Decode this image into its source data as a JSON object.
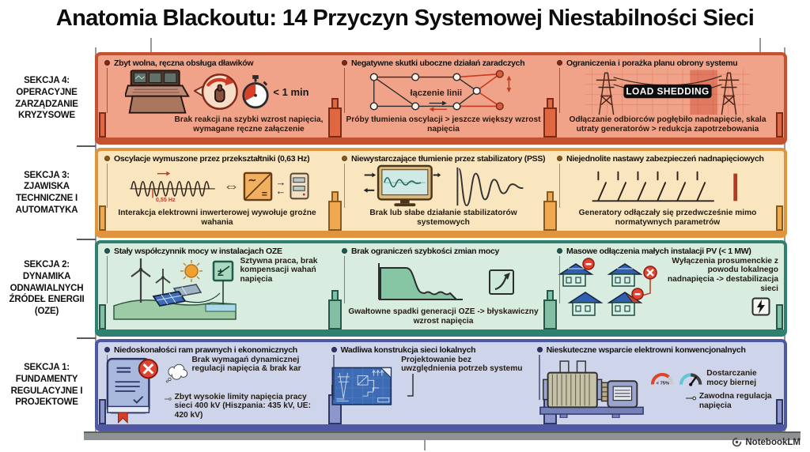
{
  "title": "Anatomia Blackoutu: 14 Przyczyn Systemowej Niestabilności Sieci",
  "palette": {
    "alert_red": "#d5402b",
    "badge_bg": "#0e0e0e",
    "section4_bg": "#f1a389",
    "section4_frame": "#c4512f",
    "section3_bg": "#f9e6bf",
    "section3_frame": "#e0943d",
    "section2_bg": "#d8ece0",
    "section2_frame": "#2e8070",
    "section1_bg": "#ced4e9",
    "section1_frame": "#4f58a2"
  },
  "sections": [
    {
      "label": "SEKCJA 4: OPERACYJNE ZARZĄDZANIE KRYZYSOWE",
      "panels": [
        {
          "title": "Zbyt wolna, ręczna obsługa dławików",
          "annotation": "< 1 min",
          "caption": "Brak reakcji na szybki wzrost napięcia, wymagane ręczne załączenie"
        },
        {
          "title": "Negatywne skutki uboczne działań zaradczych",
          "annotation": "łączenie linii",
          "caption": "Próby tłumienia oscylacji > jeszcze większy wzrost napięcia"
        },
        {
          "title": "Ograniczenia i porażka planu obrony systemu",
          "badge": "LOAD SHEDDING",
          "caption": "Odłączanie odbiorców pogłębiło nadnapięcie, skala utraty generatorów > redukcja zapotrzebowania"
        }
      ]
    },
    {
      "label": "SEKCJA 3: ZJAWISKA TECHNICZNE I AUTOMATYKA",
      "panels": [
        {
          "title": "Oscylacje wymuszone przez przekształtniki (0,63 Hz)",
          "annotation": "0,55 Hz",
          "caption": "Interakcja elektrowni inwerterowej wywołuje groźne wahania"
        },
        {
          "title": "Niewystarczające tłumienie przez stabilizatory (PSS)",
          "caption": "Brak lub słabe działanie stabilizatorów systemowych"
        },
        {
          "title": "Niejednolite nastawy zabezpieczeń nadnapięciowych",
          "caption": "Generatory odłączały się przedwcześnie mimo normatywnych parametrów"
        }
      ]
    },
    {
      "label": "SEKCJA 2: DYNAMIKA ODNAWIALNYCH ŹRÓDEŁ ENERGII (OZE)",
      "panels": [
        {
          "title": "Stały współczynnik mocy w instalacjach OZE",
          "side_text": "Sztywna praca, brak kompensacji wahań napięcia"
        },
        {
          "title": "Brak ograniczeń szybkości zmian mocy",
          "caption": "Gwałtowne spadki generacji OZE -> błyskawiczny wzrost napięcia"
        },
        {
          "title": "Masowe odłączenia małych instalacji PV (< 1 MW)",
          "side_text": "Wyłączenia prosumenckie z powodu lokalnego nadnapięcia -> destabilizacja sieci"
        }
      ]
    },
    {
      "label": "SEKCJA 1: FUNDAMENTY REGULACYJNE I PROJEKTOWE",
      "panels": [
        {
          "title": "Niedoskonałości ram prawnych i ekonomicznych",
          "note1": "Brak wymagań dynamicznej regulacji napięcia & brak kar",
          "note2": "Zbyt wysokie limity napięcia pracy sieci 400 kV (Hiszpania: 435 kV, UE: 420 kV)"
        },
        {
          "title": "Wadliwa konstrukcja sieci lokalnych",
          "side_text": "Projektowanie bez uwzględnienia potrzeb systemu"
        },
        {
          "title": "Nieskuteczne wsparcie elektrowni konwencjonalnych",
          "gauge_label": "< 75%",
          "note1": "Dostarczanie mocy biernej",
          "note2": "Zawodna regulacja napięcia"
        }
      ]
    }
  ],
  "footer": {
    "brand": "NotebookLM"
  }
}
